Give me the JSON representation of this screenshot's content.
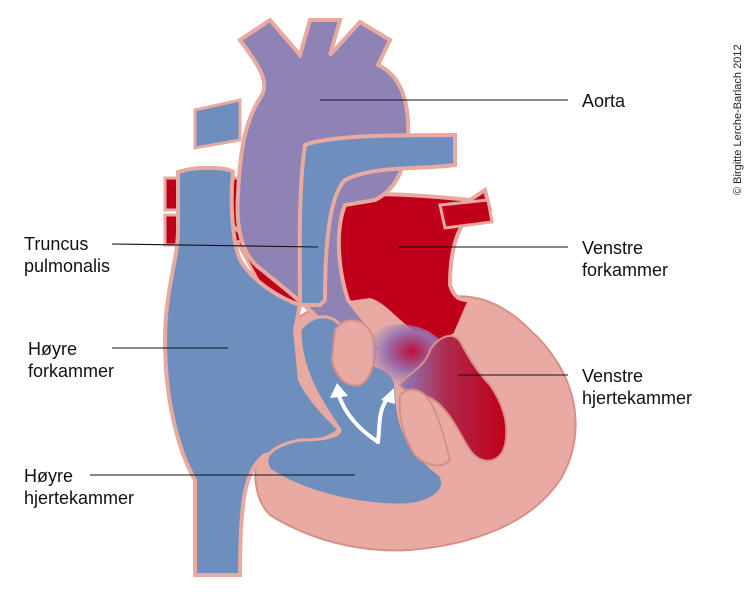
{
  "copyright": "© Birgitte Lerche-Barlach 2012",
  "labels": {
    "aorta": [
      "Aorta"
    ],
    "truncus_pulmonalis": [
      "Truncus",
      "pulmonalis"
    ],
    "hoyre_forkammer": [
      "Høyre",
      "forkammer"
    ],
    "hoyre_hjertekammer": [
      "Høyre",
      "hjertekammer"
    ],
    "venstre_forkammer": [
      "Venstre",
      "forkammer"
    ],
    "venstre_hjertekammer": [
      "Venstre",
      "hjertekammer"
    ]
  },
  "colors": {
    "outline": "#e7a9a0",
    "myocardium": "#e8aaa3",
    "venous_blue": "#6e8fbe",
    "aorta_purple": "#8f82b4",
    "arterial_red": "#c0001a",
    "arrow": "#ffffff"
  }
}
